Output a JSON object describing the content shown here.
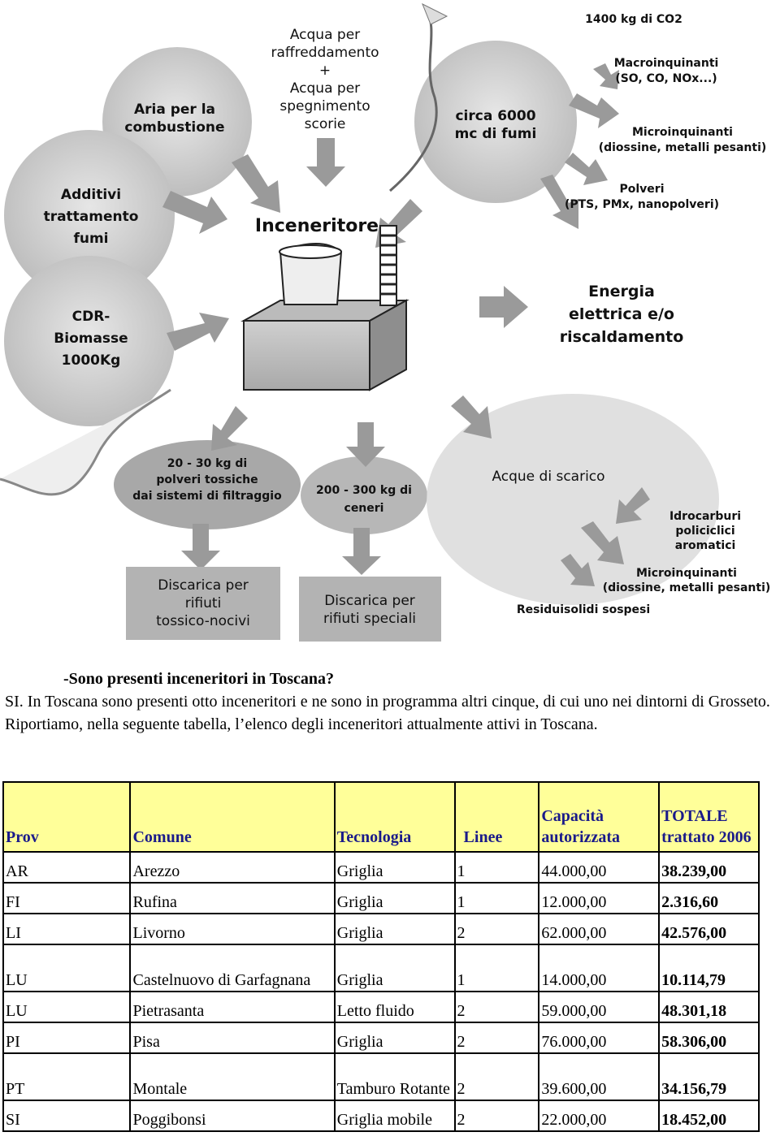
{
  "diagram": {
    "center": "Inceneritore",
    "inputs": {
      "aria": [
        "Aria per la",
        "combustione"
      ],
      "acqua": [
        "Acqua per",
        "raffreddamento",
        "+",
        "Acqua per",
        "spegnimento",
        "scorie"
      ],
      "additivi": [
        "Additivi",
        "trattamento",
        "fumi"
      ],
      "cdr": [
        "CDR-",
        "Biomasse",
        "1000Kg"
      ]
    },
    "fumi": [
      "circa 6000",
      "mc di fumi"
    ],
    "emissioni": {
      "co2": "1400 kg di CO2",
      "macro": [
        "Macroinquinanti",
        "(SO, CO, NOx...)"
      ],
      "micro": [
        "Microinquinanti",
        "(diossine, metalli pesanti)"
      ],
      "polveri": [
        "Polveri",
        "(PTS, PMx, nanopolveri)"
      ]
    },
    "energia": [
      "Energia",
      "elettrica e/o",
      "riscaldamento"
    ],
    "polveri_tossiche": [
      "20 - 30 kg di",
      "polveri tossiche",
      "dai sistemi di filtraggio"
    ],
    "ceneri": [
      "200 - 300 kg di",
      "ceneri"
    ],
    "discarica1": [
      "Discarica per",
      "rifiuti",
      "tossico-nocivi"
    ],
    "discarica2": [
      "Discarica per",
      "rifiuti speciali"
    ],
    "acque": {
      "title": "Acque di scarico",
      "idro": [
        "Idrocarburi",
        "policiclici",
        "aromatici"
      ],
      "micro": [
        "Microinquinanti",
        "(diossine, metalli pesanti)"
      ],
      "residui": "Residuisolidi sospesi"
    }
  },
  "intro": {
    "question": "-Sono presenti inceneritori in Toscana?",
    "answer": "SI. In Toscana sono presenti otto inceneritori e ne sono in programma altri cinque, di cui uno nei dintorni di Grosseto.",
    "lead": "Riportiamo, nella seguente tabella, l’elenco degli inceneritori attualmente attivi in Toscana."
  },
  "table": {
    "headers": {
      "prov": "Prov",
      "comune": "Comune",
      "tecnologia": "Tecnologia",
      "linee": "Linee",
      "capacita": "Capacità autorizzata",
      "totale": "TOTALE trattato 2006"
    },
    "rows": [
      [
        "AR",
        "Arezzo",
        "Griglia",
        "1",
        "44.000,00",
        "38.239,00"
      ],
      [
        "FI",
        "Rufina",
        "Griglia",
        "1",
        "12.000,00",
        "2.316,60"
      ],
      [
        "LI",
        "Livorno",
        "Griglia",
        "2",
        "62.000,00",
        "42.576,00"
      ],
      [
        "LU",
        "Castelnuovo di Garfagnana",
        "Griglia",
        "1",
        "14.000,00",
        "10.114,79"
      ],
      [
        "LU",
        "Pietrasanta",
        "Letto fluido",
        "2",
        "59.000,00",
        "48.301,18"
      ],
      [
        "PI",
        "Pisa",
        "Griglia",
        "2",
        "76.000,00",
        "58.306,00"
      ],
      [
        "PT",
        "Montale",
        "Tamburo Rotante",
        "2",
        "39.600,00",
        "34.156,79"
      ],
      [
        "SI",
        "Poggibonsi",
        "Griglia mobile",
        "2",
        "22.000,00",
        "18.452,00"
      ]
    ]
  }
}
